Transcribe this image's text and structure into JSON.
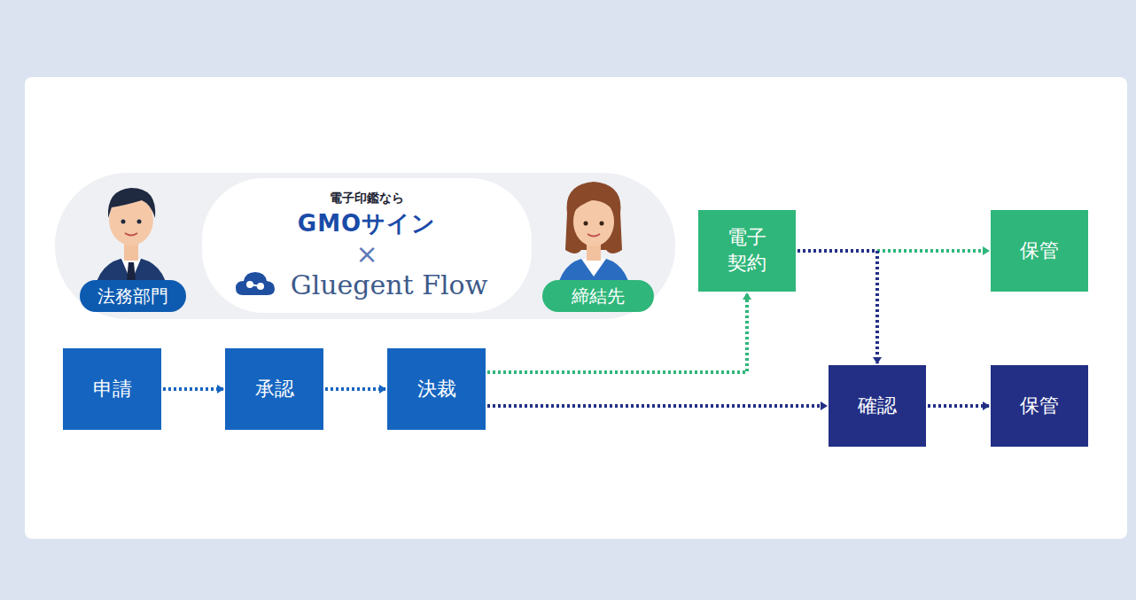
{
  "diagram": {
    "nodes": [
      {
        "text": [
          "法務部門"
        ]
      },
      {
        "text": [
          "電子印鑑なら",
          "GMOサイン",
          "×",
          "Gluegent Flow"
        ]
      },
      {
        "text": [
          "締結先"
        ]
      },
      {
        "text": [
          "電子 契約"
        ]
      },
      {
        "text": [
          "保管"
        ]
      },
      {
        "text": [
          "申請"
        ]
      },
      {
        "text": [
          "承認"
        ]
      },
      {
        "text": [
          "決裁"
        ]
      },
      {
        "text": [
          "確認"
        ]
      },
      {
        "text": [
          "保管"
        ]
      }
    ],
    "edges": [
      {
        "from": 5,
        "to": 6,
        "arrow": "to"
      },
      {
        "from": 6,
        "to": 7,
        "arrow": "to"
      },
      {
        "from": 7,
        "to": 3,
        "arrow": "to"
      },
      {
        "from": 7,
        "to": 8,
        "arrow": "to"
      },
      {
        "from": 3,
        "to": 4,
        "arrow": "to"
      },
      {
        "from": 3,
        "to": 8,
        "arrow": "to"
      },
      {
        "from": 8,
        "to": 9,
        "arrow": "to"
      }
    ]
  }
}
